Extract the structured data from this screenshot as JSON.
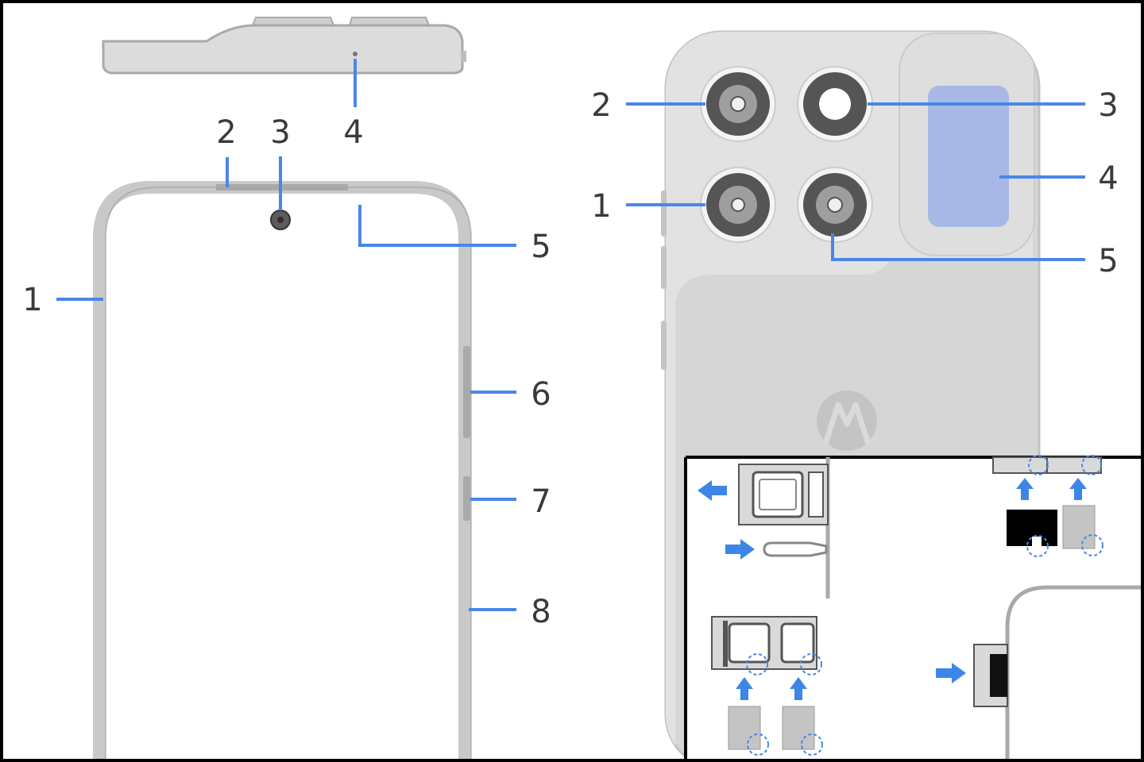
{
  "colors": {
    "frame": "#000000",
    "phone_outline": "#c9c9c9",
    "phone_body": "#d6d6d6",
    "camera_module": "#e2e2e2",
    "leader_line": "#4a86e8",
    "flash_highlight": "#a8b8e6",
    "arrow": "#3d86e8",
    "dashed_circle": "#4a86e8",
    "label_text": "#3a3a3a"
  },
  "front_view": {
    "callouts": [
      {
        "id": "1",
        "label": "1"
      },
      {
        "id": "2",
        "label": "2"
      },
      {
        "id": "3",
        "label": "3"
      },
      {
        "id": "4",
        "label": "4"
      },
      {
        "id": "5",
        "label": "5"
      },
      {
        "id": "6",
        "label": "6"
      },
      {
        "id": "7",
        "label": "7"
      },
      {
        "id": "8",
        "label": "8"
      }
    ]
  },
  "rear_view": {
    "callouts": [
      {
        "id": "1",
        "label": "1"
      },
      {
        "id": "2",
        "label": "2"
      },
      {
        "id": "3",
        "label": "3"
      },
      {
        "id": "4",
        "label": "4"
      },
      {
        "id": "5",
        "label": "5"
      }
    ],
    "logo_icon": "motorola-logo"
  },
  "sim_inset": {
    "steps": [
      {
        "name": "eject-tray",
        "icon": "arrow-left"
      },
      {
        "name": "insert-cards",
        "icon": "arrow-up"
      },
      {
        "name": "load-tray",
        "icon": "arrow-up"
      },
      {
        "name": "reinsert-tray",
        "icon": "arrow-right"
      }
    ]
  }
}
